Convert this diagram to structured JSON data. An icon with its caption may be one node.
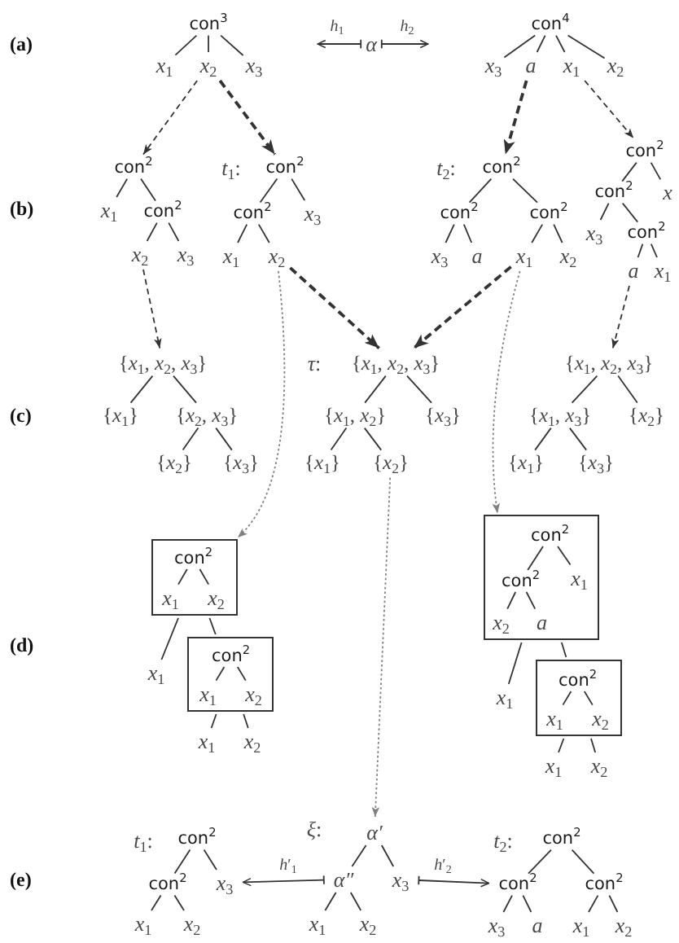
{
  "diagram": {
    "nodes": [
      {
        "text": [
          "con$^{3}$"
        ]
      },
      {
        "text": [
          "*x*$_{1}$"
        ]
      },
      {
        "text": [
          "*x*$_{2}$"
        ]
      },
      {
        "text": [
          "*x*$_{3}$"
        ]
      },
      {
        "text": [
          "α"
        ]
      },
      {
        "text": [
          "con$^{4}$"
        ]
      },
      {
        "text": [
          "*x*$_{3}$"
        ]
      },
      {
        "text": [
          "a"
        ]
      },
      {
        "text": [
          "*x*$_{1}$"
        ]
      },
      {
        "text": [
          "*x*$_{2}$"
        ]
      },
      {
        "text": [
          "con$^{2}$"
        ]
      },
      {
        "text": [
          "*x*$_{1}$"
        ]
      },
      {
        "text": [
          "con$^{2}$"
        ]
      },
      {
        "text": [
          "*x*$_{2}$"
        ]
      },
      {
        "text": [
          "*x*$_{3}$"
        ]
      },
      {
        "text": [
          "con$^{2}$"
        ],
        "beside": [
          "*t*$_{1}$:"
        ]
      },
      {
        "text": [
          "con$^{2}$"
        ]
      },
      {
        "text": [
          "*x*$_{3}$"
        ]
      },
      {
        "text": [
          "*x*$_{1}$"
        ]
      },
      {
        "text": [
          "*x*$_{2}$"
        ]
      },
      {
        "text": [
          "con$^{2}$"
        ],
        "beside": [
          "*t*$_{2}$:"
        ]
      },
      {
        "text": [
          "con$^{2}$"
        ]
      },
      {
        "text": [
          "con$^{2}$"
        ]
      },
      {
        "text": [
          "*x*$_{3}$"
        ]
      },
      {
        "text": [
          "a"
        ]
      },
      {
        "text": [
          "*x*$_{1}$"
        ]
      },
      {
        "text": [
          "*x*$_{2}$"
        ]
      },
      {
        "text": [
          "con$^{2}$"
        ]
      },
      {
        "text": [
          "con$^{2}$"
        ]
      },
      {
        "text": [
          "x"
        ]
      },
      {
        "text": [
          "*x*$_{3}$"
        ]
      },
      {
        "text": [
          "con$^{2}$"
        ]
      },
      {
        "text": [
          "a"
        ]
      },
      {
        "text": [
          "*x*$_{1}$"
        ]
      },
      {
        "text": [
          "{*x*$_{1}$, *x*$_{2}$, *x*$_{3}$}"
        ]
      },
      {
        "text": [
          "{*x*$_{1}$}"
        ]
      },
      {
        "text": [
          "{*x*$_{2}$, *x*$_{3}$}"
        ]
      },
      {
        "text": [
          "{*x*$_{2}$}"
        ]
      },
      {
        "text": [
          "{*x*$_{3}$}"
        ]
      },
      {
        "text": [
          "{*x*$_{1}$, *x*$_{2}$, *x*$_{3}$}"
        ],
        "beside": [
          "*τ*:"
        ]
      },
      {
        "text": [
          "{*x*$_{1}$, *x*$_{2}$}"
        ]
      },
      {
        "text": [
          "{*x*$_{3}$}"
        ]
      },
      {
        "text": [
          "{*x*$_{1}$}"
        ]
      },
      {
        "text": [
          "{*x*$_{2}$}"
        ]
      },
      {
        "text": [
          "{*x*$_{1}$, *x*$_{2}$, *x*$_{3}$}"
        ]
      },
      {
        "text": [
          "{*x*$_{1}$, *x*$_{3}$}"
        ]
      },
      {
        "text": [
          "{*x*$_{2}$}"
        ]
      },
      {
        "text": [
          "{*x*$_{1}$}"
        ]
      },
      {
        "text": [
          "{*x*$_{3}$}"
        ]
      },
      {
        "text": [],
        "shape": "box"
      },
      {
        "text": [
          "con$^{2}$"
        ],
        "in": 49
      },
      {
        "text": [
          "*x*$_{1}$"
        ],
        "in": 49
      },
      {
        "text": [
          "*x*$_{2}$"
        ],
        "in": 49
      },
      {
        "text": [
          "*x*$_{1}$"
        ]
      },
      {
        "text": [],
        "shape": "box"
      },
      {
        "text": [
          "con$^{2}$"
        ],
        "in": 54
      },
      {
        "text": [
          "*x*$_{1}$"
        ],
        "in": 54
      },
      {
        "text": [
          "*x*$_{2}$"
        ],
        "in": 54
      },
      {
        "text": [
          "*x*$_{1}$"
        ]
      },
      {
        "text": [
          "*x*$_{2}$"
        ]
      },
      {
        "text": [],
        "shape": "box"
      },
      {
        "text": [
          "con$^{2}$"
        ],
        "in": 60
      },
      {
        "text": [
          "con$^{2}$"
        ],
        "in": 60
      },
      {
        "text": [
          "*x*$_{1}$"
        ],
        "in": 60
      },
      {
        "text": [
          "*x*$_{2}$"
        ],
        "in": 60
      },
      {
        "text": [
          "a"
        ],
        "in": 60
      },
      {
        "text": [
          "*x*$_{1}$"
        ]
      },
      {
        "text": [],
        "shape": "box"
      },
      {
        "text": [
          "con$^{2}$"
        ],
        "in": 67
      },
      {
        "text": [
          "*x*$_{1}$"
        ],
        "in": 67
      },
      {
        "text": [
          "*x*$_{2}$"
        ],
        "in": 67
      },
      {
        "text": [
          "*x*$_{1}$"
        ]
      },
      {
        "text": [
          "*x*$_{2}$"
        ]
      },
      {
        "text": [
          "con$^{2}$"
        ],
        "beside": [
          "*t*$_{1}$:"
        ]
      },
      {
        "text": [
          "con$^{2}$"
        ]
      },
      {
        "text": [
          "*x*$_{3}$"
        ]
      },
      {
        "text": [
          "*x*$_{1}$"
        ]
      },
      {
        "text": [
          "*x*$_{2}$"
        ]
      },
      {
        "text": [
          "α′"
        ],
        "beside": [
          "*ξ*:"
        ]
      },
      {
        "text": [
          "α″"
        ]
      },
      {
        "text": [
          "*x*$_{3}$"
        ]
      },
      {
        "text": [
          "*x*$_{1}$"
        ]
      },
      {
        "text": [
          "*x*$_{2}$"
        ]
      },
      {
        "text": [
          "con$^{2}$"
        ],
        "beside": [
          "*t*$_{2}$:"
        ]
      },
      {
        "text": [
          "con$^{2}$"
        ]
      },
      {
        "text": [
          "con$^{2}$"
        ]
      },
      {
        "text": [
          "*x*$_{3}$"
        ]
      },
      {
        "text": [
          "a"
        ]
      },
      {
        "text": [
          "*x*$_{1}$"
        ]
      },
      {
        "text": [
          "*x*$_{2}$"
        ]
      }
    ],
    "edges": [
      {
        "from": 0,
        "to": 1,
        "arrow": "none"
      },
      {
        "from": 0,
        "to": 2,
        "arrow": "none"
      },
      {
        "from": 0,
        "to": 3,
        "arrow": "none"
      },
      {
        "from": 4,
        "to": null,
        "arrow": "to",
        "label": "*h*$_{1}$"
      },
      {
        "from": 4,
        "to": null,
        "arrow": "to",
        "label": "*h*$_{2}$"
      },
      {
        "from": 5,
        "to": 6,
        "arrow": "none"
      },
      {
        "from": 5,
        "to": 7,
        "arrow": "none"
      },
      {
        "from": 5,
        "to": 8,
        "arrow": "none"
      },
      {
        "from": 5,
        "to": 9,
        "arrow": "none"
      },
      {
        "from": 2,
        "to": 10,
        "arrow": "to",
        "style": "dashed"
      },
      {
        "from": 2,
        "to": 15,
        "arrow": "to",
        "style": "dashed"
      },
      {
        "from": 7,
        "to": 20,
        "arrow": "to",
        "style": "dashed"
      },
      {
        "from": 8,
        "to": 27,
        "arrow": "to",
        "style": "dashed"
      },
      {
        "from": 10,
        "to": 11,
        "arrow": "none"
      },
      {
        "from": 10,
        "to": 12,
        "arrow": "none"
      },
      {
        "from": 12,
        "to": 13,
        "arrow": "none"
      },
      {
        "from": 12,
        "to": 14,
        "arrow": "none"
      },
      {
        "from": 15,
        "to": 16,
        "arrow": "none"
      },
      {
        "from": 15,
        "to": 17,
        "arrow": "none"
      },
      {
        "from": 16,
        "to": 18,
        "arrow": "none"
      },
      {
        "from": 16,
        "to": 19,
        "arrow": "none"
      },
      {
        "from": 20,
        "to": 21,
        "arrow": "none"
      },
      {
        "from": 20,
        "to": 22,
        "arrow": "none"
      },
      {
        "from": 21,
        "to": 23,
        "arrow": "none"
      },
      {
        "from": 21,
        "to": 24,
        "arrow": "none"
      },
      {
        "from": 22,
        "to": 25,
        "arrow": "none"
      },
      {
        "from": 22,
        "to": 26,
        "arrow": "none"
      },
      {
        "from": 27,
        "to": 28,
        "arrow": "none"
      },
      {
        "from": 27,
        "to": 29,
        "arrow": "none"
      },
      {
        "from": 28,
        "to": 30,
        "arrow": "none"
      },
      {
        "from": 28,
        "to": 31,
        "arrow": "none"
      },
      {
        "from": 31,
        "to": 32,
        "arrow": "none"
      },
      {
        "from": 31,
        "to": 33,
        "arrow": "none"
      },
      {
        "from": 13,
        "to": 34,
        "arrow": "to",
        "style": "dashed"
      },
      {
        "from": 19,
        "to": 39,
        "arrow": "to",
        "style": "dashed"
      },
      {
        "from": 25,
        "to": 39,
        "arrow": "to",
        "style": "dashed"
      },
      {
        "from": 32,
        "to": 44,
        "arrow": "to",
        "style": "dashed"
      },
      {
        "from": 19,
        "to": 49,
        "arrow": "to",
        "style": "dashed",
        "color": "#808080"
      },
      {
        "from": 25,
        "to": 60,
        "arrow": "to",
        "style": "dashed",
        "color": "#808080"
      },
      {
        "from": 34,
        "to": 35,
        "arrow": "none"
      },
      {
        "from": 34,
        "to": 36,
        "arrow": "none"
      },
      {
        "from": 36,
        "to": 37,
        "arrow": "none"
      },
      {
        "from": 36,
        "to": 38,
        "arrow": "none"
      },
      {
        "from": 39,
        "to": 40,
        "arrow": "none"
      },
      {
        "from": 39,
        "to": 41,
        "arrow": "none"
      },
      {
        "from": 40,
        "to": 42,
        "arrow": "none"
      },
      {
        "from": 40,
        "to": 43,
        "arrow": "none"
      },
      {
        "from": 44,
        "to": 45,
        "arrow": "none"
      },
      {
        "from": 44,
        "to": 46,
        "arrow": "none"
      },
      {
        "from": 45,
        "to": 47,
        "arrow": "none"
      },
      {
        "from": 45,
        "to": 48,
        "arrow": "none"
      },
      {
        "from": 43,
        "to": 78,
        "arrow": "to",
        "style": "dashed",
        "color": "#808080"
      },
      {
        "from": 50,
        "to": 51,
        "arrow": "none"
      },
      {
        "from": 50,
        "to": 52,
        "arrow": "none"
      },
      {
        "from": 49,
        "to": 53,
        "arrow": "none"
      },
      {
        "from": 49,
        "to": 54,
        "arrow": "none"
      },
      {
        "from": 55,
        "to": 56,
        "arrow": "none"
      },
      {
        "from": 55,
        "to": 57,
        "arrow": "none"
      },
      {
        "from": 54,
        "to": 58,
        "arrow": "none"
      },
      {
        "from": 54,
        "to": 59,
        "arrow": "none"
      },
      {
        "from": 61,
        "to": 62,
        "arrow": "none"
      },
      {
        "from": 61,
        "to": 63,
        "arrow": "none"
      },
      {
        "from": 62,
        "to": 64,
        "arrow": "none"
      },
      {
        "from": 62,
        "to": 65,
        "arrow": "none"
      },
      {
        "from": 60,
        "to": 66,
        "arrow": "none"
      },
      {
        "from": 60,
        "to": 67,
        "arrow": "none"
      },
      {
        "from": 68,
        "to": 69,
        "arrow": "none"
      },
      {
        "from": 68,
        "to": 70,
        "arrow": "none"
      },
      {
        "from": 67,
        "to": 71,
        "arrow": "none"
      },
      {
        "from": 67,
        "to": 72,
        "arrow": "none"
      },
      {
        "from": 73,
        "to": 74,
        "arrow": "none"
      },
      {
        "from": 73,
        "to": 75,
        "arrow": "none"
      },
      {
        "from": 74,
        "to": 76,
        "arrow": "none"
      },
      {
        "from": 74,
        "to": 77,
        "arrow": "none"
      },
      {
        "from": 79,
        "to": 75,
        "arrow": "to",
        "label": "*h*′$_{1}$"
      },
      {
        "from": 78,
        "to": 79,
        "arrow": "none"
      },
      {
        "from": 78,
        "to": 80,
        "arrow": "none"
      },
      {
        "from": 79,
        "to": 81,
        "arrow": "none"
      },
      {
        "from": 79,
        "to": 82,
        "arrow": "none"
      },
      {
        "from": 80,
        "to": 84,
        "arrow": "to",
        "label": "*h*′$_{2}$"
      },
      {
        "from": 83,
        "to": 84,
        "arrow": "none"
      },
      {
        "from": 83,
        "to": 85,
        "arrow": "none"
      },
      {
        "from": 84,
        "to": 86,
        "arrow": "none"
      },
      {
        "from": 84,
        "to": 87,
        "arrow": "none"
      },
      {
        "from": 85,
        "to": 88,
        "arrow": "none"
      },
      {
        "from": 85,
        "to": 89,
        "arrow": "none"
      }
    ],
    "labels": [
      "(a)",
      "(b)",
      "(c)",
      "(d)",
      "(e)"
    ]
  }
}
